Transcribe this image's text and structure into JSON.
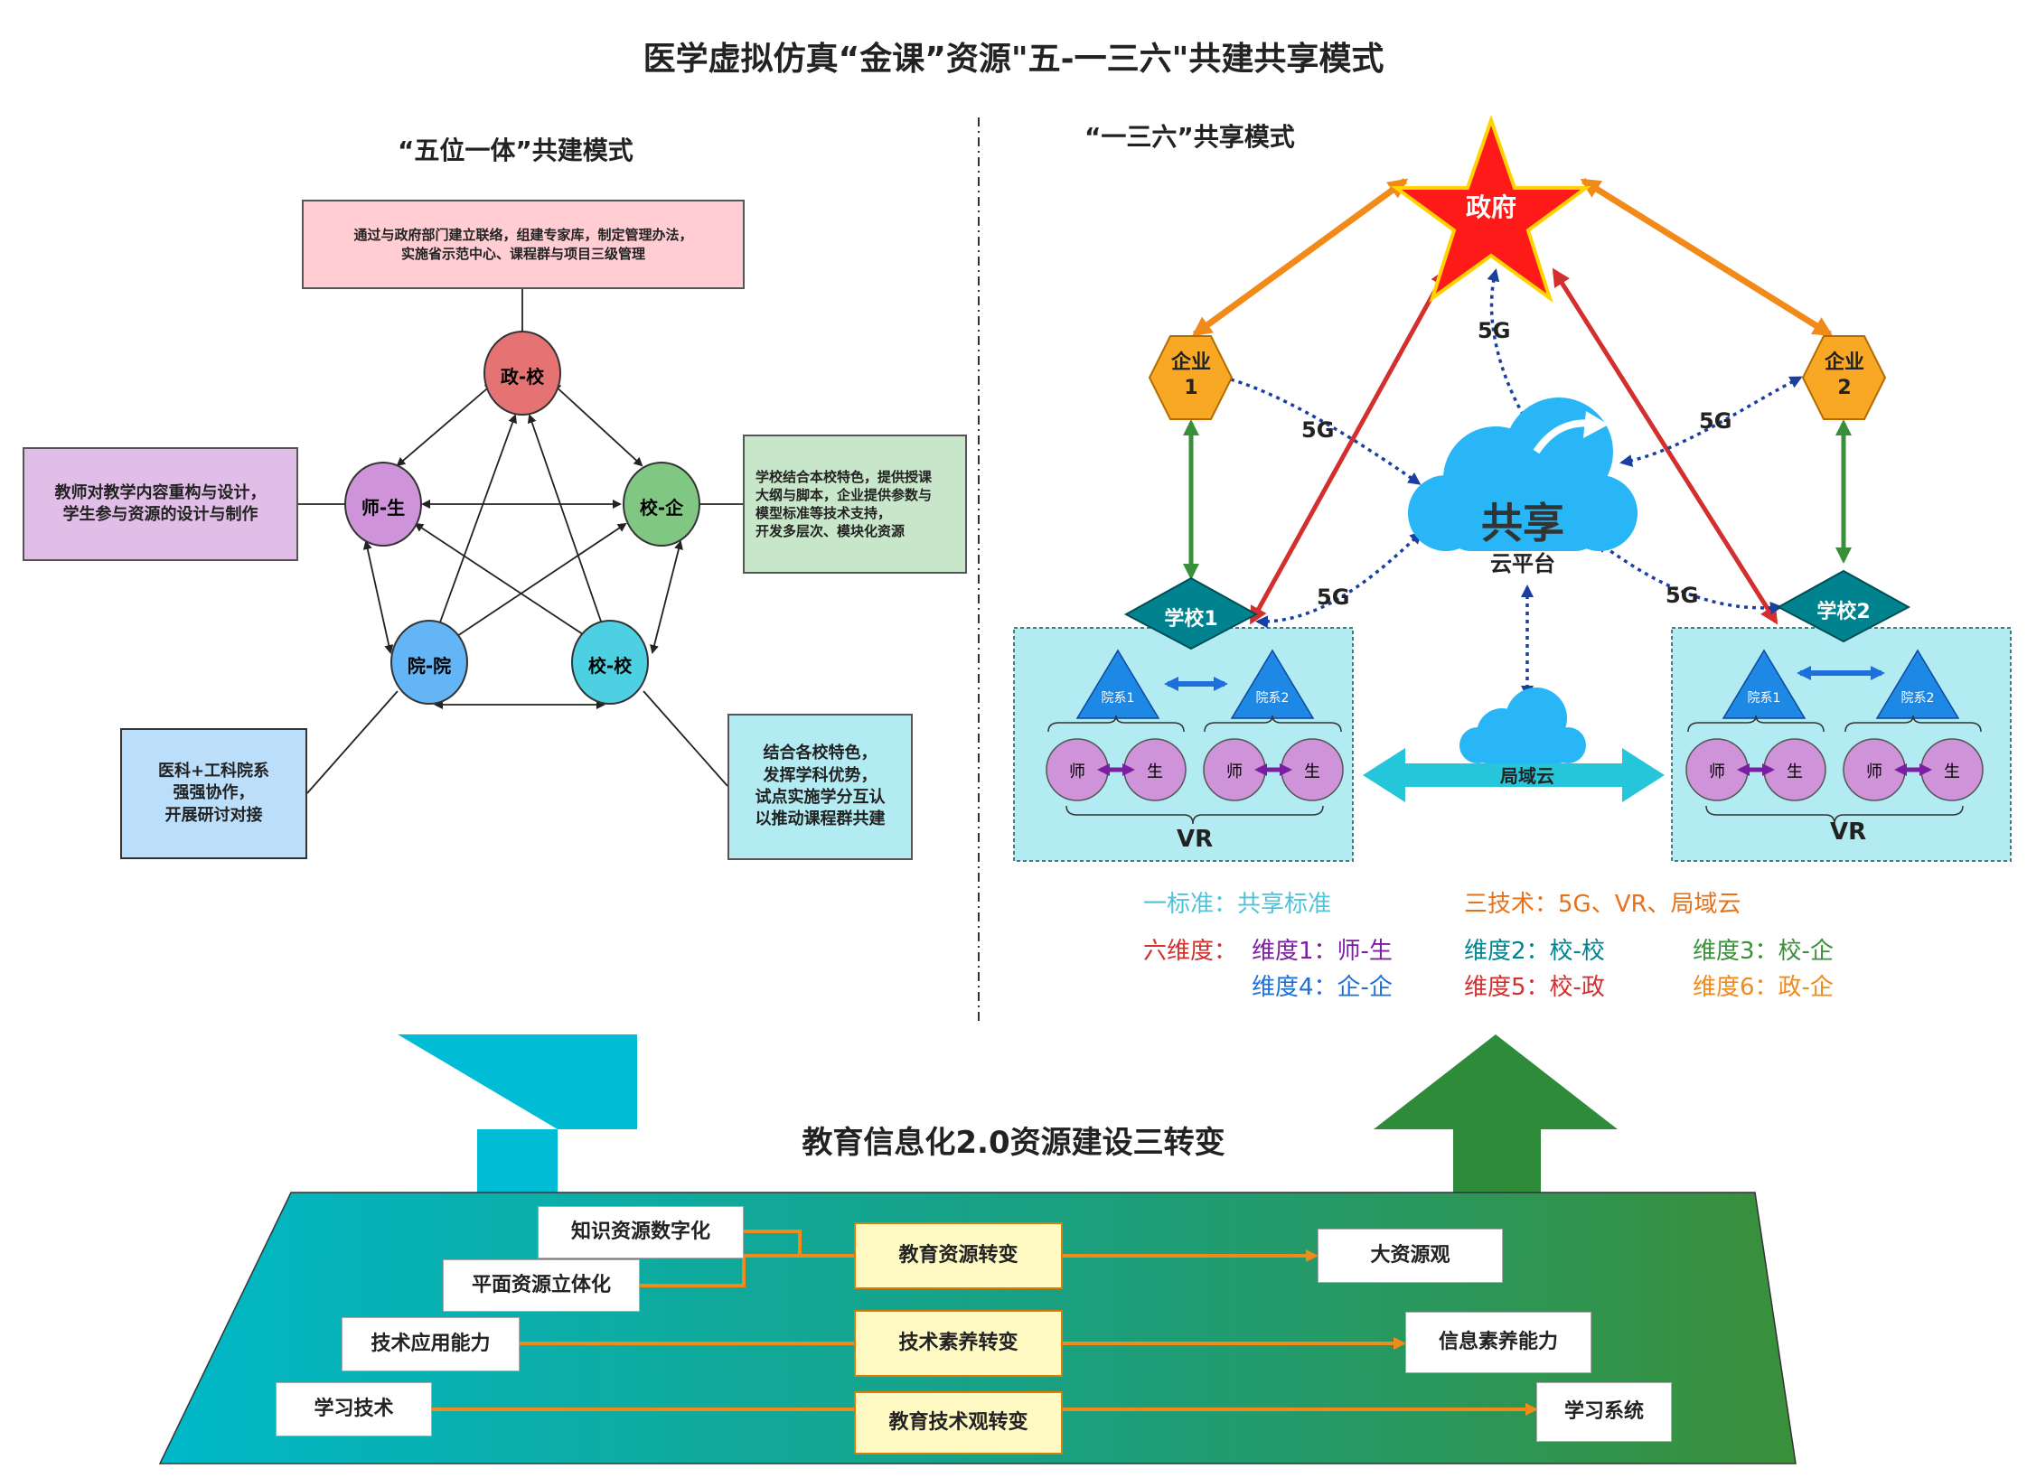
{
  "title": "医学虚拟仿真“金课”资源\"五-一三六\"共建共享模式",
  "left": {
    "heading": "“五位一体”共建模式",
    "nodes": {
      "zhengxiao": "政-校",
      "shisheng": "师-生",
      "xiaoqi": "校-企",
      "yuanyuan": "院-院",
      "xiaoxiao": "校-校"
    },
    "notes": {
      "top": "通过与政府部门建立联络，组建专家库，制定管理办法，\n实施省示范中心、课程群与项目三级管理",
      "left": "教师对教学内容重构与设计，\n学生参与资源的设计与制作",
      "right": "学校结合本校特色，提供授课\n大纲与脚本，企业提供参数与\n模型标准等技术支持，\n开发多层次、模块化资源",
      "bottom_left": "医科+工科院系\n强强协作，\n开展研讨对接",
      "bottom_right": "结合各校特色，\n发挥学科优势，\n试点实施学分互认\n以推动课程群共建"
    }
  },
  "right": {
    "heading": "“一三六”共享模式",
    "government": "政府",
    "enterprise1": [
      "企业",
      "1"
    ],
    "enterprise2": [
      "企业",
      "2"
    ],
    "cloud_big": "共享",
    "cloud_sub": "云平台",
    "school1": "学校1",
    "school2": "学校2",
    "dept1": "院系1",
    "dept2": "院系2",
    "teacher": "师",
    "student": "生",
    "vr": "VR",
    "local_cloud": "局域云",
    "fiveg": "5G",
    "legend": {
      "standard": "一标准：共享标准",
      "tech": "三技术：5G、VR、局域云",
      "six_label": "六维度：",
      "dim1": "维度1：师-生",
      "dim2": "维度2：校-校",
      "dim3": "维度3：校-企",
      "dim4": "维度4：企-企",
      "dim5": "维度5：校-政",
      "dim6": "维度6：政-企"
    },
    "colors": {
      "orange": "#f28a1a",
      "red": "#d32f2f",
      "green": "#3a8f3a",
      "navy": "#1a3fa0",
      "teal": "#00838f",
      "cyan_legend": "#4fc3d7",
      "purple": "#7b1fa2",
      "blue": "#1e6fd9"
    }
  },
  "bottom": {
    "heading": "教育信息化2.0资源建设三转变",
    "left_items": [
      "知识资源数字化",
      "平面资源立体化",
      "技术应用能力",
      "学习技术"
    ],
    "middle_items": [
      "教育资源转变",
      "技术素养转变",
      "教育技术观转变"
    ],
    "right_items": [
      "大资源观",
      "信息素养能力",
      "学习系统"
    ]
  }
}
